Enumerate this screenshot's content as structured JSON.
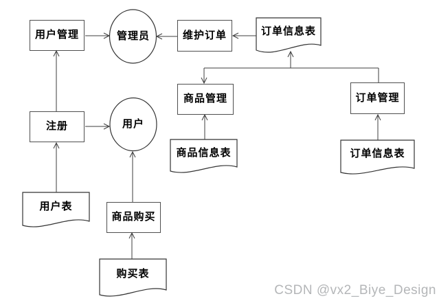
{
  "diagram": {
    "type": "data-flow-diagram",
    "nodes": {
      "user_management": {
        "label": "用户管理",
        "shape": "rect"
      },
      "admin": {
        "label": "管理员",
        "shape": "ellipse"
      },
      "maintain_order": {
        "label": "维护订单",
        "shape": "rect"
      },
      "order_info_top": {
        "label": "订单信息表",
        "shape": "document"
      },
      "product_management": {
        "label": "商品管理",
        "shape": "rect"
      },
      "order_management": {
        "label": "订单管理",
        "shape": "rect"
      },
      "product_info": {
        "label": "商品信息表",
        "shape": "document"
      },
      "order_info_right": {
        "label": "订单信息表",
        "shape": "document"
      },
      "register": {
        "label": "注册",
        "shape": "rect"
      },
      "user": {
        "label": "用户",
        "shape": "ellipse"
      },
      "user_table": {
        "label": "用户表",
        "shape": "document"
      },
      "product_purchase": {
        "label": "商品购买",
        "shape": "rect"
      },
      "purchase_table": {
        "label": "购买表",
        "shape": "document"
      }
    },
    "edges": [
      {
        "from": "用户管理",
        "to": "管理员",
        "arrow": "into 管理员 left"
      },
      {
        "from": "维护订单",
        "to": "管理员",
        "arrow": "into 管理员 right"
      },
      {
        "from": "订单信息表(top)",
        "to": "维护订单",
        "arrow": "into 维护订单 right"
      },
      {
        "from": "junction",
        "to": "订单信息表(top)",
        "arrow": "up into document bottom"
      },
      {
        "from": "junction",
        "to": "商品管理",
        "arrow": "down into box top"
      },
      {
        "from": "junction",
        "to": "订单管理",
        "arrow": "none (plain line into box top)"
      },
      {
        "from": "商品信息表",
        "to": "商品管理",
        "arrow": "up into box bottom"
      },
      {
        "from": "订单信息表(bottom)",
        "to": "订单管理",
        "arrow": "up into box bottom"
      },
      {
        "from": "注册",
        "to": "用户管理",
        "arrow": "up into box bottom"
      },
      {
        "from": "用户表",
        "to": "注册",
        "arrow": "up into box bottom"
      },
      {
        "from": "注册",
        "to": "用户",
        "arrow": "into 用户 left"
      },
      {
        "from": "商品购买",
        "to": "用户",
        "arrow": "up into ellipse bottom"
      },
      {
        "from": "购买表",
        "to": "商品购买",
        "arrow": "up into box bottom"
      }
    ],
    "colors": {
      "background": "#ffffff",
      "line": "#3d3d3d",
      "rect_border": "#4e4e4e",
      "shape_stroke": "#333333",
      "text": "#000000",
      "watermark": "#b4b6b8"
    }
  },
  "watermark": {
    "text": "CSDN @vx2_Biye_Design"
  }
}
